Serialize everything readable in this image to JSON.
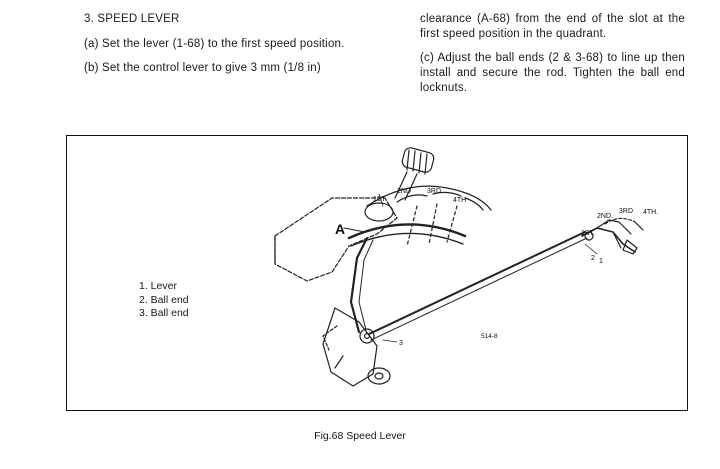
{
  "left_column": {
    "heading": "3. SPEED LEVER",
    "para_a": "(a) Set the lever (1-68) to the first speed position.",
    "para_b": "(b) Set the control lever to give 3 mm (1/8 in)"
  },
  "right_column": {
    "para_cont": "clearance (A-68) from the end of the slot at the first speed position in the quadrant.",
    "para_c": "(c) Adjust the ball ends (2 & 3-68) to line up then install and secure the rod. Tighten the ball end locknuts."
  },
  "figure": {
    "legend": [
      "1. Lever",
      "2. Ball end",
      "3. Ball end"
    ],
    "label_a": "A",
    "gear_labels_left": [
      "1ST.",
      "2ND",
      "3RD",
      "4TH"
    ],
    "gear_labels_right": [
      "1ST.",
      "2ND.",
      "3RD",
      "4TH."
    ],
    "callouts": [
      "1",
      "2",
      "3"
    ],
    "ref_code": "514-8"
  },
  "caption": "Fig.68  Speed Lever"
}
